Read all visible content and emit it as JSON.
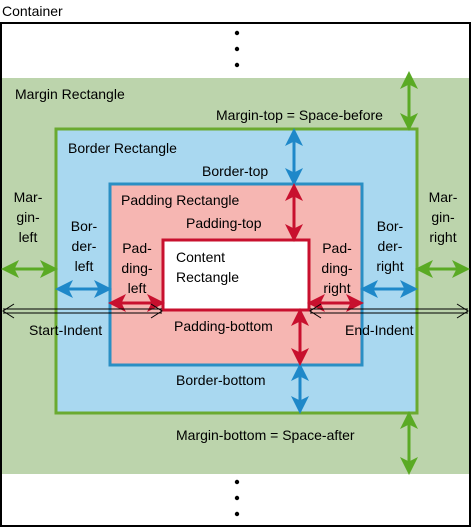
{
  "colors": {
    "margin_fill": "#bcd4ac",
    "margin_stroke": "#6aaa30",
    "margin_arrow": "#5aaa24",
    "border_fill": "#a9d8f0",
    "border_stroke": "#2a8fc4",
    "border_arrow": "#1e88c9",
    "padding_fill": "#f6b6b2",
    "padding_stroke": "#2a8fc4",
    "padding_arrow": "#c8102e",
    "content_fill": "#ffffff",
    "content_stroke": "#c8102e",
    "indent_arrow": "#000000"
  },
  "labels": {
    "container": "Container",
    "margin_rectangle": "Margin Rectangle",
    "margin_top": "Margin-top = Space-before",
    "border_rectangle": "Border Rectangle",
    "border_top": "Border-top",
    "padding_rectangle": "Padding Rectangle",
    "padding_top": "Padding-top",
    "content_line1": "Content",
    "content_line2": "Rectangle",
    "margin_left_1": "Mar-",
    "margin_left_2": "gin-",
    "margin_left_3": "left",
    "border_left_1": "Bor-",
    "border_left_2": "der-",
    "border_left_3": "left",
    "padding_left_1": "Pad-",
    "padding_left_2": "ding-",
    "padding_left_3": "left",
    "padding_right_1": "Pad-",
    "padding_right_2": "ding-",
    "padding_right_3": "right",
    "border_right_1": "Bor-",
    "border_right_2": "der-",
    "border_right_3": "right",
    "margin_right_1": "Mar-",
    "margin_right_2": "gin-",
    "margin_right_3": "right",
    "start_indent": "Start-Indent",
    "end_indent": "End-Indent",
    "padding_bottom": "Padding-bottom",
    "border_bottom": "Border-bottom",
    "margin_bottom": "Margin-bottom = Space-after"
  }
}
